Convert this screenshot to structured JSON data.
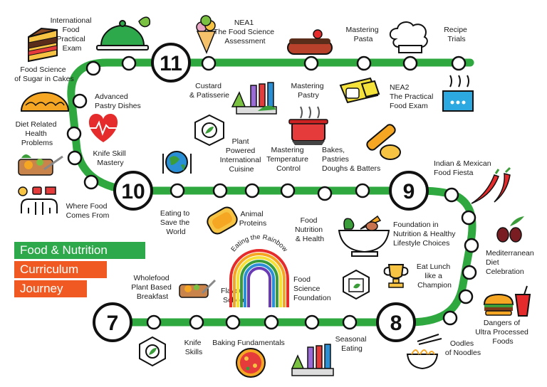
{
  "banner": {
    "line1": "Food & Nutrition",
    "line2": "Curriculum",
    "line3": "Journey",
    "color1": "#2da84a",
    "color2": "#f05a22"
  },
  "track_color": "#2ea83f",
  "years": [
    "7",
    "8",
    "9",
    "10",
    "11"
  ],
  "topics": {
    "international_food_practical": [
      "International",
      "Food",
      "Practical",
      "Exam"
    ],
    "food_science_sugar": [
      "Food Science",
      "of Sugar in Cakes"
    ],
    "advanced_pastry": [
      "Advanced",
      "Pastry Dishes"
    ],
    "diet_related_health": [
      "Diet Related",
      "Health",
      "Problems"
    ],
    "knife_skill_mastery": [
      "Knife Skill",
      "Mastery"
    ],
    "where_food_comes_from": [
      "Where Food",
      "Comes From"
    ],
    "custard_patisserie": [
      "Custard",
      "& Patisserie"
    ],
    "nea1": [
      "NEA1",
      "The Food Science",
      "Assessment"
    ],
    "mastering_pasta": [
      "Mastering",
      "Pasta"
    ],
    "recipe_trials": [
      "Recipe",
      "Trials"
    ],
    "mastering_pastry": [
      "Mastering",
      "Pastry"
    ],
    "nea2": [
      "NEA2",
      "The Practical",
      "Food Exam"
    ],
    "plant_powered": [
      "Plant",
      "Powered",
      "International",
      "Cuisine"
    ],
    "mastering_temperature": [
      "Mastering",
      "Temperature",
      "Control"
    ],
    "bakes_pastries": [
      "Bakes,",
      "Pastries",
      "Doughs & Batters"
    ],
    "eating_save_world": [
      "Eating to",
      "Save the",
      "World"
    ],
    "animal_proteins": [
      "Animal",
      "Proteins"
    ],
    "food_nutrition_health": [
      "Food",
      "Nutrition",
      "& Health"
    ],
    "indian_mexican": [
      "Indian & Mexican",
      "Food Fiesta"
    ],
    "foundation_nutrition": [
      "Foundation in",
      "Nutrition & Healthy",
      "Lifestyle Choices"
    ],
    "mediterranean": [
      "Mediterranean",
      "Diet",
      "Celebration"
    ],
    "eat_lunch": [
      "Eat Lunch",
      "like a",
      "Champion"
    ],
    "dangers_upf": [
      "Dangers of",
      "Ultra Processed",
      "Foods"
    ],
    "oodles": [
      "Oodles",
      "of Noodles"
    ],
    "wholefood": [
      "Wholefood",
      "Plant Based",
      "Breakfast"
    ],
    "flavour_school": [
      "Flavour",
      "School"
    ],
    "eating_rainbow": "Eating the Rainbow",
    "food_science_foundation": [
      "Food",
      "Science",
      "Foundation"
    ],
    "seasonal_eating": [
      "Seasonal",
      "Eating"
    ],
    "knife_skills": [
      "Knife",
      "Skills"
    ],
    "baking_fundamentals": "Baking Fundamentals"
  },
  "icons": {
    "cloche": "cloche-icon",
    "cake": "cake-slice-icon",
    "pastry": "pasty-icon",
    "heart": "heart-pulse-icon",
    "board": "chopping-board-icon",
    "farm": "farm-sources-icon",
    "icecream": "ice-cream-icon",
    "eclair": "eclair-icon",
    "chef_hat": "chef-hat-icon",
    "lab": "lab-flasks-icon",
    "pot": "cooking-pot-icon",
    "timer": "kitchen-timer-icon",
    "water_bath": "water-bath-icon",
    "plant_plate": "plant-plate-icon",
    "rolling_pin": "rolling-pin-icon",
    "globe": "globe-cutlery-icon",
    "steak": "steak-icon",
    "mortar": "mortar-vegetables-icon",
    "chillies": "chillies-icon",
    "olives": "olives-icon",
    "trophy": "trophy-icon",
    "burger": "burger-drink-icon",
    "noodles": "noodle-bowl-icon",
    "rainbow": "rainbow-icon",
    "calendar": "seasonal-calendar-icon",
    "pizza": "pizza-icon"
  }
}
